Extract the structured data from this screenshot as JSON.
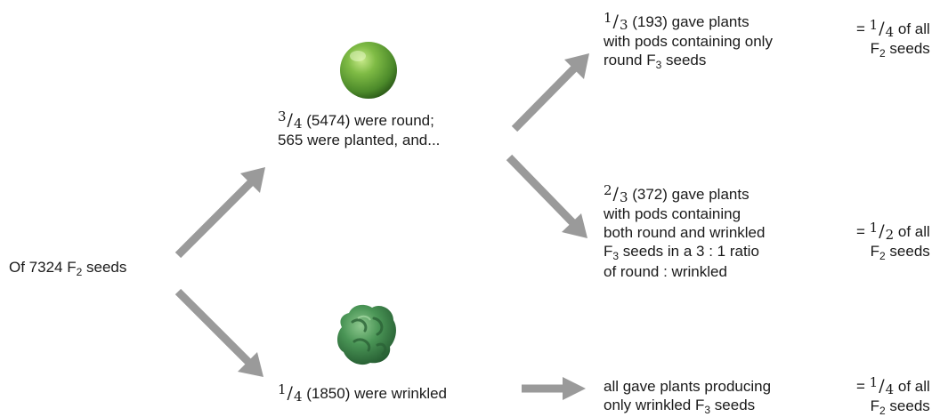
{
  "start": {
    "text": "Of 7324 F",
    "sub": "2",
    "after": " seeds"
  },
  "round": {
    "frac_num": "3",
    "frac_den": "4",
    "line1": " (5474) were round;",
    "line2": "565 were planted, and..."
  },
  "wrinkled": {
    "frac_num": "1",
    "frac_den": "4",
    "text": " (1850) were wrinkled"
  },
  "outcome1": {
    "frac_num": "1",
    "frac_den": "3",
    "line1": " (193) gave plants",
    "line2": "with pods containing only",
    "line3_a": "round F",
    "line3_sub": "3",
    "line3_b": " seeds"
  },
  "outcome2": {
    "frac_num": "2",
    "frac_den": "3",
    "line1": " (372) gave plants",
    "line2": "with pods containing",
    "line3": "both round and wrinkled",
    "line4_a": "F",
    "line4_sub": "3",
    "line4_b": " seeds in a 3 : 1 ratio",
    "line5": "of round : wrinkled"
  },
  "outcome3": {
    "line1": "all gave plants producing",
    "line2_a": "only wrinkled F",
    "line2_sub": "3",
    "line2_b": " seeds"
  },
  "totals": [
    {
      "eq": "= ",
      "frac_num": "1",
      "frac_den": "4",
      "tail": " of all",
      "line2_a": "F",
      "line2_sub": "2",
      "line2_b": " seeds"
    },
    {
      "eq": "= ",
      "frac_num": "1",
      "frac_den": "2",
      "tail": " of all",
      "line2_a": "F",
      "line2_sub": "2",
      "line2_b": " seeds"
    },
    {
      "eq": "= ",
      "frac_num": "1",
      "frac_den": "4",
      "tail": " of all",
      "line2_a": "F",
      "line2_sub": "2",
      "line2_b": " seeds"
    }
  ],
  "colors": {
    "arrow": "#9a9a9a",
    "round_pea": "#6aa83a",
    "wrinkled_pea": "#3f8a4a"
  }
}
